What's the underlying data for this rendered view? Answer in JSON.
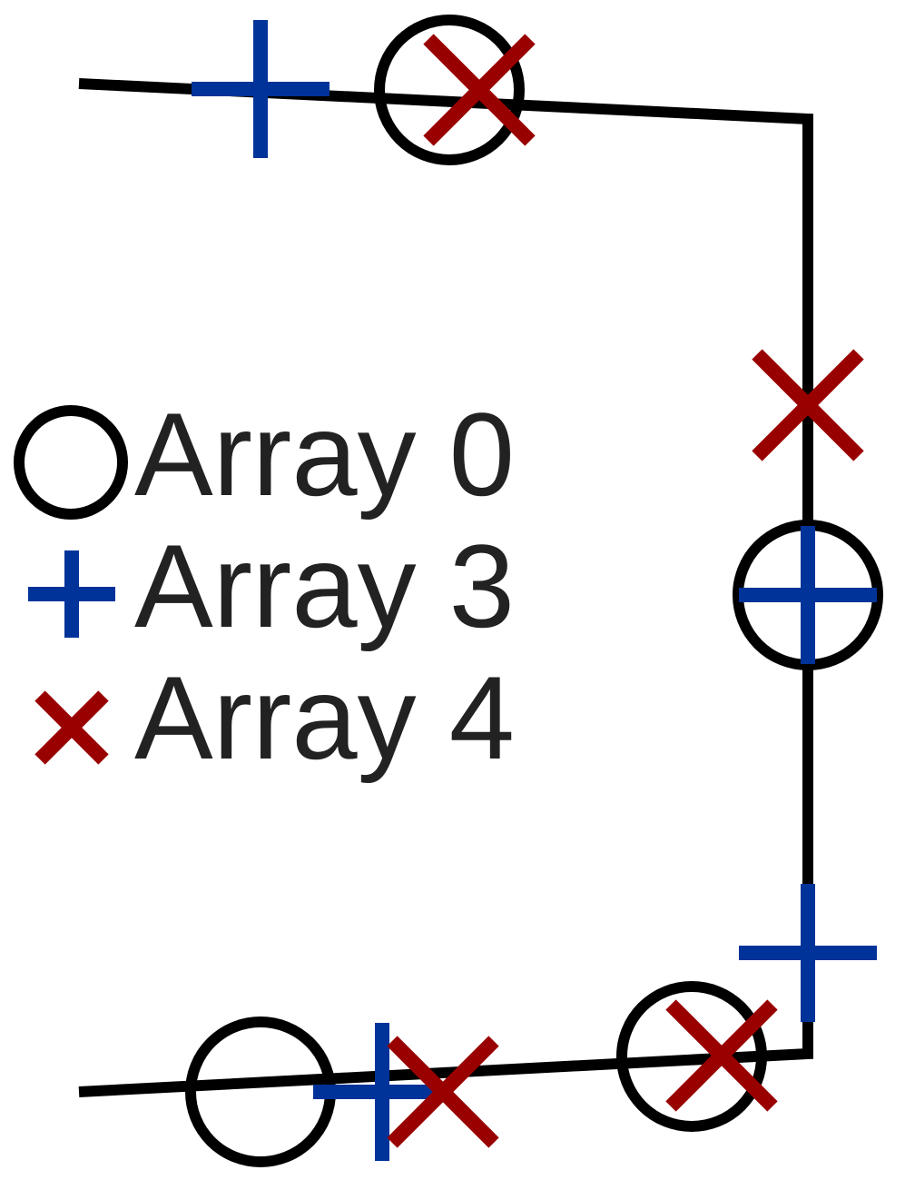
{
  "colors": {
    "path": "#000000",
    "array0": "#000000",
    "array3": "#003399",
    "array4": "#990000",
    "label": "#222222"
  },
  "legend": {
    "items": [
      {
        "key": "array0",
        "marker": "circle-icon",
        "label": "Array 0"
      },
      {
        "key": "array3",
        "marker": "plus-icon",
        "label": "Array 3"
      },
      {
        "key": "array4",
        "marker": "x-cross-icon",
        "label": "Array 4"
      }
    ]
  }
}
